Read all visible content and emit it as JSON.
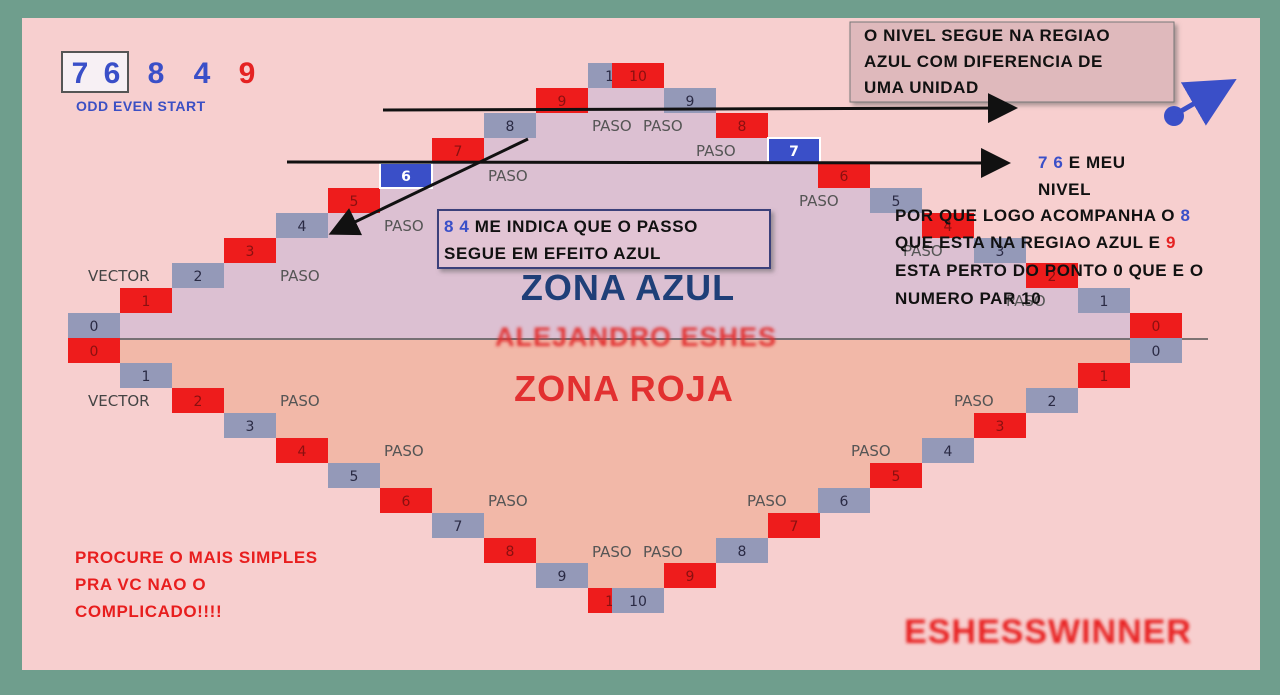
{
  "header": {
    "digits": [
      {
        "text": "7",
        "color": "#3a4fc8",
        "boxed": true
      },
      {
        "text": "6",
        "color": "#3a4fc8",
        "boxed": true
      },
      {
        "text": "8",
        "color": "#3a4fc8",
        "boxed": false
      },
      {
        "text": "4",
        "color": "#3a4fc8",
        "boxed": false
      },
      {
        "text": "9",
        "color": "#e52222",
        "boxed": false
      }
    ],
    "legend": "ODD EVEN START"
  },
  "notes": {
    "nivel_box": [
      "O NIVEL SEGUE  NA REGIAO",
      "AZUL COM DIFERENCIA DE",
      "UMA UNIDAD"
    ],
    "passo_box": {
      "highlight": "8 4",
      "line1_rest": " ME INDICA QUE  O PASSO",
      "line2": "SEGUE EM EFEITO AZUL"
    },
    "right_note": {
      "highlight": "7 6",
      "line1_rest": " E MEU",
      "line2": "NIVEL"
    },
    "why_note": [
      {
        "pre": "POR QUE LOGO ACOMPANHA O ",
        "num": "8",
        "num_color": "#3a4fc8"
      },
      {
        "pre": "QUE ESTA NA REGIAO AZUL E ",
        "num": "9",
        "num_color": "#e52222"
      },
      {
        "pre": "ESTA PERTO DO PONTO 0 QUE E O",
        "num": "",
        "num_color": ""
      },
      {
        "pre": "NUMERO PAR 10",
        "num": "",
        "num_color": ""
      }
    ],
    "advice": [
      "PROCURE O MAIS SIMPLES",
      "PRA VC NAO O",
      "COMPLICADO!!!!"
    ]
  },
  "zones": {
    "blue": "ZONA AZUL",
    "author": "ALEJANDRO ESHES",
    "red": "ZONA ROJA"
  },
  "brand": "ESHESSWINNER",
  "labels": {
    "paso": "PASO",
    "vector": "VECTOR"
  },
  "colors": {
    "background": "#f7cfcf",
    "frame": "#6f9e8d",
    "blue_zone": "#dcc0d2",
    "red_zone": "#f2b8a8",
    "red_cell": "#ee1c1c",
    "blue_cell": "#9499b8",
    "blue_text": "#3a4fc8"
  },
  "staircase": {
    "upper_left": [
      "0",
      "1",
      "2",
      "3",
      "4",
      "5",
      "6",
      "7",
      "8",
      "9",
      "10"
    ],
    "upper_right": [
      "10",
      "9",
      "8",
      "7",
      "6",
      "5",
      "4",
      "3",
      "2",
      "1",
      "0"
    ],
    "lower_left": [
      "0",
      "1",
      "2",
      "3",
      "4",
      "5",
      "6",
      "7",
      "8",
      "9",
      "10"
    ],
    "lower_right": [
      "10",
      "9",
      "8",
      "7",
      "6",
      "5",
      "4",
      "3",
      "2",
      "1",
      "0"
    ]
  },
  "highlighted_cells": [
    "6",
    "7"
  ]
}
